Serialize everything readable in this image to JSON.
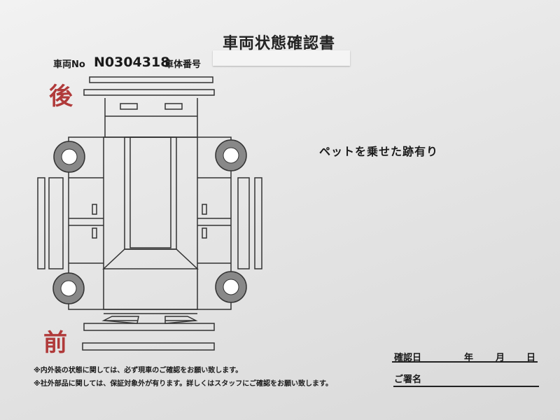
{
  "document": {
    "title": "車両状態確認書",
    "vehicle_no_label": "車両No",
    "vehicle_no": "N0304318",
    "chassis_no_label": "車体番号",
    "rear_label": "後",
    "front_label": "前",
    "remark": "ペットを乗せた跡有り",
    "notes": [
      "※内外装の状態に関しては、必ず現車のご確認をお願い致します。",
      "※社外部品に関しては、保証対象外が有ります。詳しくはスタッフにご確認をお願い致します。"
    ],
    "confirm_date_label": "確認日",
    "year_label": "年",
    "month_label": "月",
    "day_label": "日",
    "signature_label": "ご署名"
  }
}
